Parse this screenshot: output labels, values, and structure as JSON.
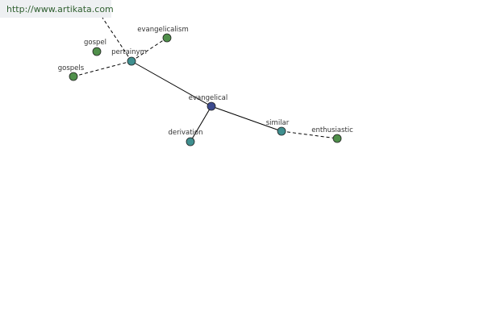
{
  "site": {
    "url_text": "http://www.artikata.com"
  },
  "colors": {
    "central": "#3c4a8e",
    "relation": "#3f8f8f",
    "leaf": "#4f8f4a",
    "banner_bg": "#eef0f2",
    "link": "#2f5f2f"
  },
  "graph": {
    "nodes": [
      {
        "id": "evangelical",
        "label": "evangelical",
        "kind": "central"
      },
      {
        "id": "pertainym",
        "label": "pertainym",
        "kind": "relation"
      },
      {
        "id": "derivation",
        "label": "derivation",
        "kind": "relation"
      },
      {
        "id": "similar",
        "label": "similar",
        "kind": "relation"
      },
      {
        "id": "gospel",
        "label": "gospel",
        "kind": "leaf"
      },
      {
        "id": "evangelicalism",
        "label": "evangelicalism",
        "kind": "leaf"
      },
      {
        "id": "gospels",
        "label": "gospels",
        "kind": "leaf"
      },
      {
        "id": "enthusiastic",
        "label": "enthusiastic",
        "kind": "leaf"
      }
    ],
    "edges": [
      {
        "from": "evangelical",
        "to": "pertainym",
        "style": "solid"
      },
      {
        "from": "evangelical",
        "to": "derivation",
        "style": "solid"
      },
      {
        "from": "evangelical",
        "to": "similar",
        "style": "solid"
      },
      {
        "from": "pertainym",
        "to": "evangelicalism",
        "style": "dashed"
      },
      {
        "from": "pertainym",
        "to": "gospels",
        "style": "dashed"
      },
      {
        "from": "pertainym",
        "to": "offscreen",
        "style": "dashed"
      },
      {
        "from": "similar",
        "to": "enthusiastic",
        "style": "dashed"
      }
    ]
  }
}
